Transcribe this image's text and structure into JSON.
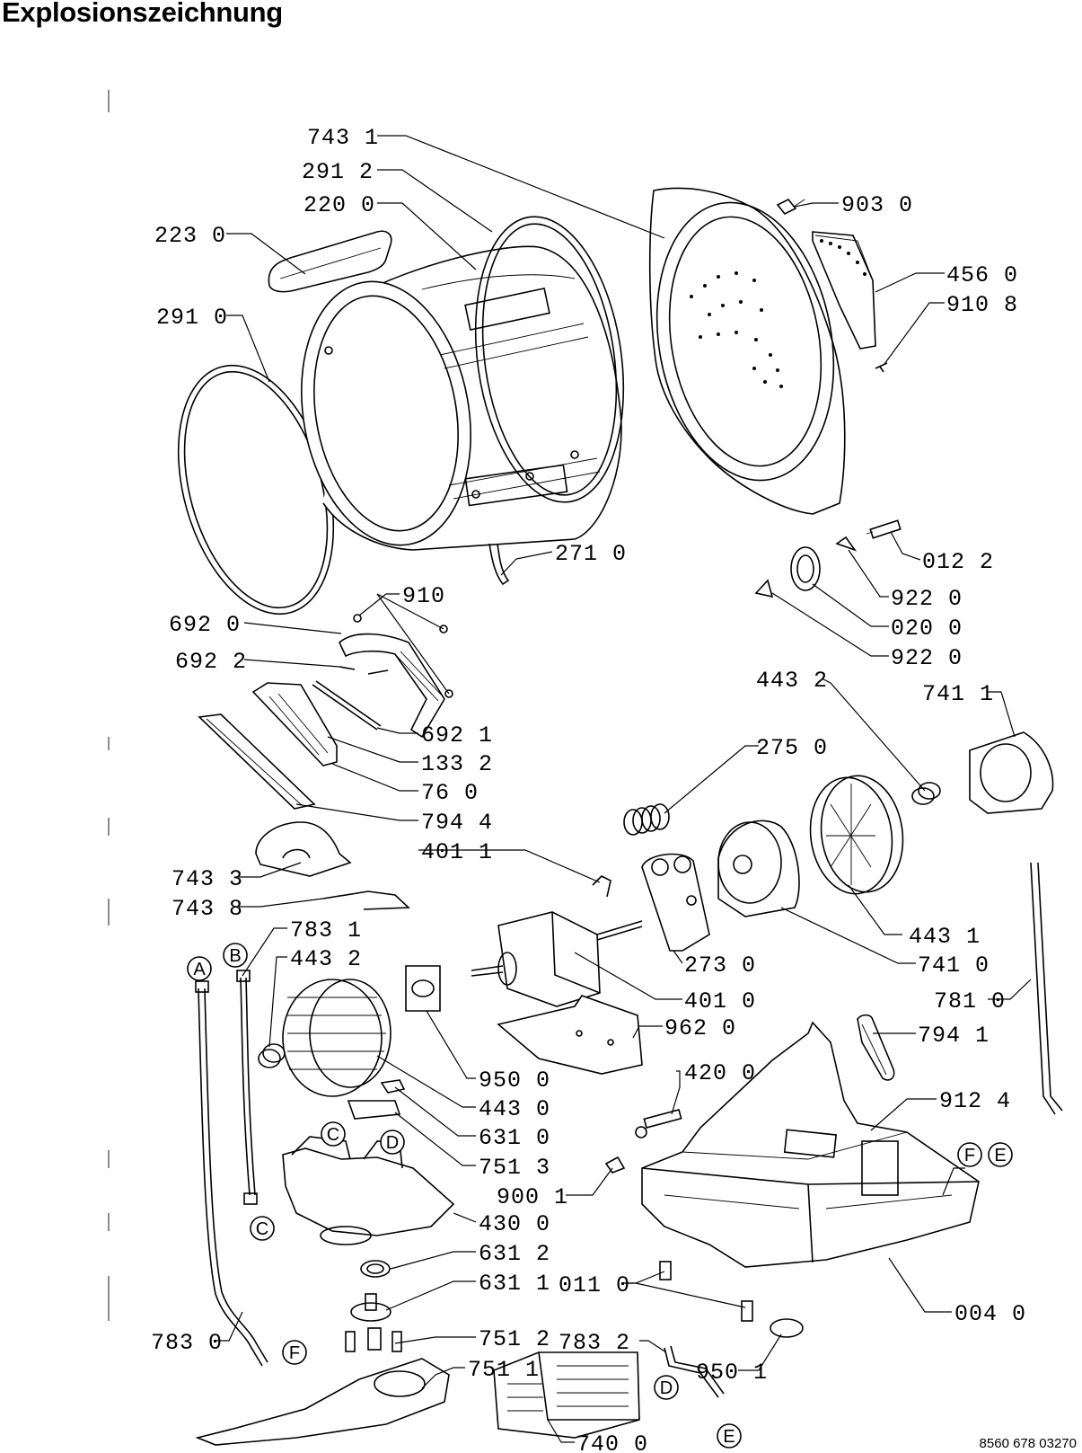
{
  "title": "Explosionszeichnung",
  "document_number": "8560 678 03270",
  "part_labels": {
    "p743_1": "743 1",
    "p291_2": "291 2",
    "p220_0": "220 0",
    "p223_0": "223 0",
    "p291_0": "291 0",
    "p903_0": "903 0",
    "p456_0": "456 0",
    "p910_8": "910 8",
    "p271_0": "271 0",
    "p012_2": "012 2",
    "p910": "910",
    "p922_0a": "922 0",
    "p692_0": "692 0",
    "p020_0": "020 0",
    "p692_2": "692 2",
    "p922_0b": "922 0",
    "p443_2a": "443 2",
    "p741_1": "741 1",
    "p692_1": "692 1",
    "p133_2": "133 2",
    "p275_0": "275 0",
    "p76_0": "76 0",
    "p794_4": "794 4",
    "p401_1": "401 1",
    "p743_3": "743 3",
    "p743_8": "743 8",
    "p443_1": "443 1",
    "p783_1": "783 1",
    "p443_2b": "443 2",
    "p741_0": "741 0",
    "p273_0": "273 0",
    "p401_0": "401 0",
    "p781_0": "781 0",
    "p962_0": "962 0",
    "p794_1": "794 1",
    "p950_0": "950 0",
    "p420_0": "420 0",
    "p443_0": "443 0",
    "p912_4": "912 4",
    "p631_0": "631 0",
    "p751_3": "751 3",
    "p900_1": "900 1",
    "p430_0": "430 0",
    "p631_2": "631 2",
    "p631_1": "631 1",
    "p011_0": "011 0",
    "p004_0": "004 0",
    "p751_2": "751 2",
    "p783_2": "783 2",
    "p783_0": "783 0",
    "p751_1": "751 1",
    "p950_1": "950 1",
    "p740_0": "740 0"
  },
  "connectors": {
    "a_top": "A",
    "b_top": "B",
    "c_mid": "C",
    "d_mid": "D",
    "c_left": "C",
    "f_right": "F",
    "e_right": "E",
    "f_bottom": "F",
    "d_bottom": "D",
    "e_bottom": "E"
  }
}
